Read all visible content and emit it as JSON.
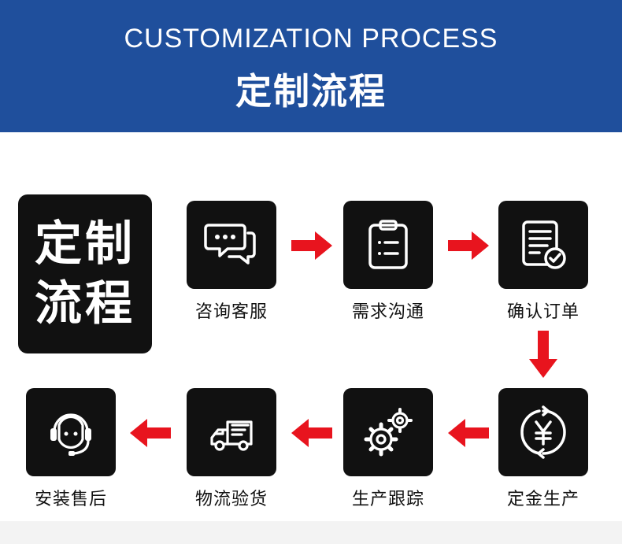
{
  "header": {
    "title_en": "CUSTOMIZATION PROCESS",
    "title_zh": "定制流程"
  },
  "side_title": {
    "line1": "定制",
    "line2": "流程"
  },
  "steps": [
    {
      "label": "咨询客服",
      "icon": "chat-bubbles-icon"
    },
    {
      "label": "需求沟通",
      "icon": "clipboard-icon"
    },
    {
      "label": "确认订单",
      "icon": "order-confirm-icon"
    },
    {
      "label": "定金生产",
      "icon": "yen-deposit-icon"
    },
    {
      "label": "生产跟踪",
      "icon": "gears-icon"
    },
    {
      "label": "物流验货",
      "icon": "delivery-truck-icon"
    },
    {
      "label": "安装售后",
      "icon": "headset-support-icon"
    }
  ],
  "colors": {
    "banner": "#1f4f9c",
    "tile": "#111111",
    "arrow": "#e8141e",
    "text": "#111111"
  }
}
